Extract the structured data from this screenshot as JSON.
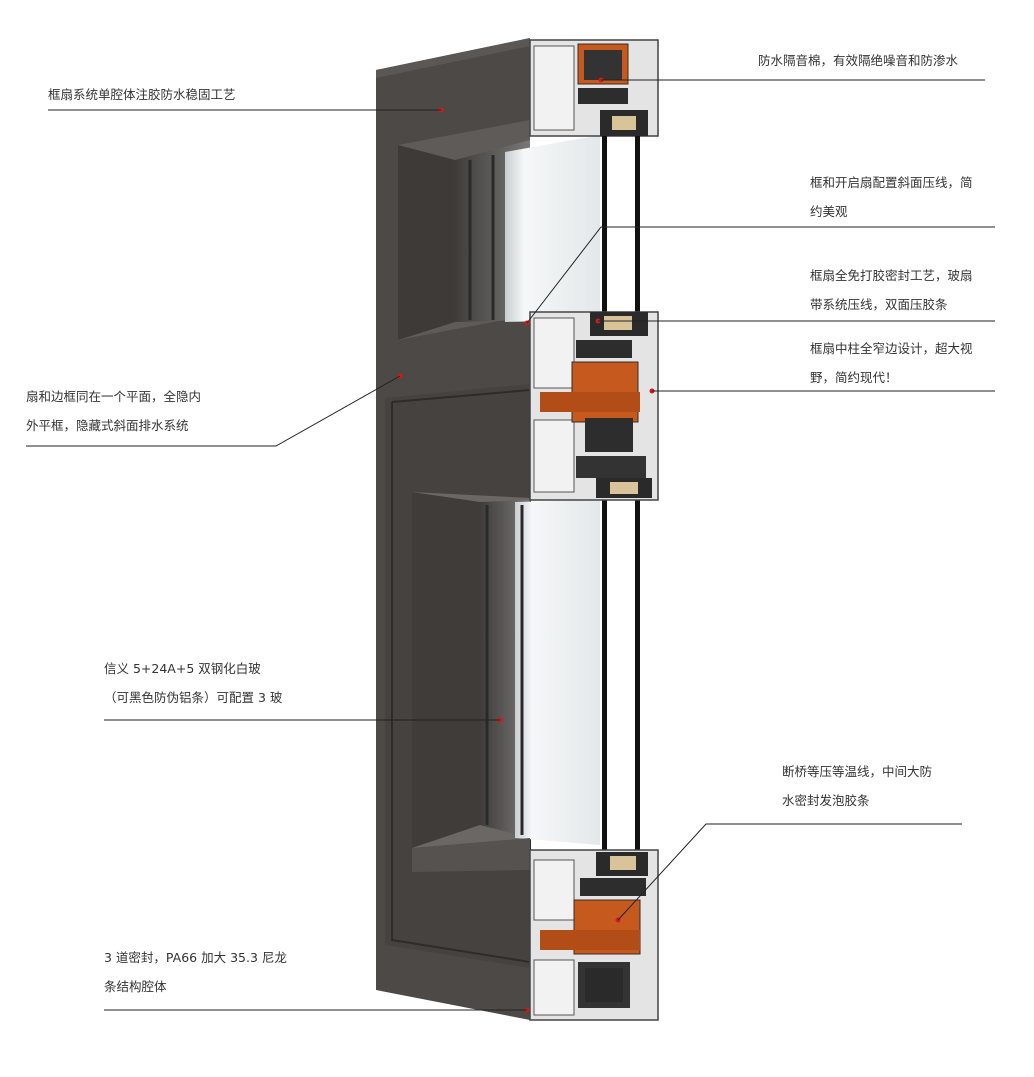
{
  "callouts": {
    "c1": {
      "lines": [
        "框扇系统单腔体注胶防水稳固工艺"
      ]
    },
    "c2": {
      "lines": [
        "防水隔音棉，有效隔绝噪音和防渗水"
      ]
    },
    "c3": {
      "lines": [
        "框和开启扇配置斜面压线，简",
        "约美观"
      ]
    },
    "c4": {
      "lines": [
        "框扇全免打胶密封工艺，玻扇",
        "带系统压线，双面压胶条"
      ]
    },
    "c5": {
      "lines": [
        "框扇中柱全窄边设计，超大视",
        "野，简约现代！"
      ]
    },
    "c6": {
      "lines": [
        "扇和边框同在一个平面，全隐内",
        "外平框，隐藏式斜面排水系统"
      ]
    },
    "c7": {
      "lines": [
        "信义 5+24A+5 双钢化白玻",
        "（可黑色防伪铝条）可配置 3 玻"
      ]
    },
    "c8": {
      "lines": [
        "断桥等压等温线，中间大防",
        "水密封发泡胶条"
      ]
    },
    "c9": {
      "lines": [
        "3 道密封，PA66 加大 35.3 尼龙",
        "条结构腔体"
      ]
    }
  },
  "colors": {
    "frame": "#4b4846",
    "frame_dark": "#3a3735",
    "profile_light": "#e6e6e6",
    "thermal_break": "#b34d17",
    "gasket": "#2a2a2a",
    "foam": "#d9c49a",
    "marker": "#d11a1a",
    "glass": "#eef1f3"
  }
}
